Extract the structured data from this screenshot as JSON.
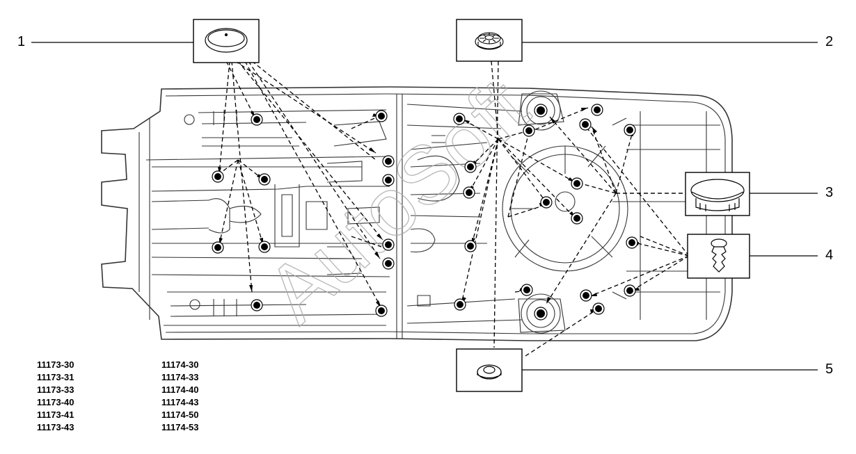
{
  "callouts": [
    "1",
    "2",
    "3",
    "4",
    "5"
  ],
  "codes": {
    "left": [
      "11173-30",
      "11173-31",
      "11173-33",
      "11173-40",
      "11173-41",
      "11173-43"
    ],
    "right": [
      "11174-30",
      "11174-33",
      "11174-40",
      "11174-43",
      "11174-50",
      "11174-53"
    ]
  },
  "parts": {
    "1": "round-plug-icon",
    "2": "ribbed-plug-icon",
    "3": "cap-plug-icon",
    "4": "push-clip-icon",
    "5": "grommet-icon"
  },
  "colors": {
    "line": "#000000",
    "body": "#333333",
    "watermark": "#999999"
  }
}
